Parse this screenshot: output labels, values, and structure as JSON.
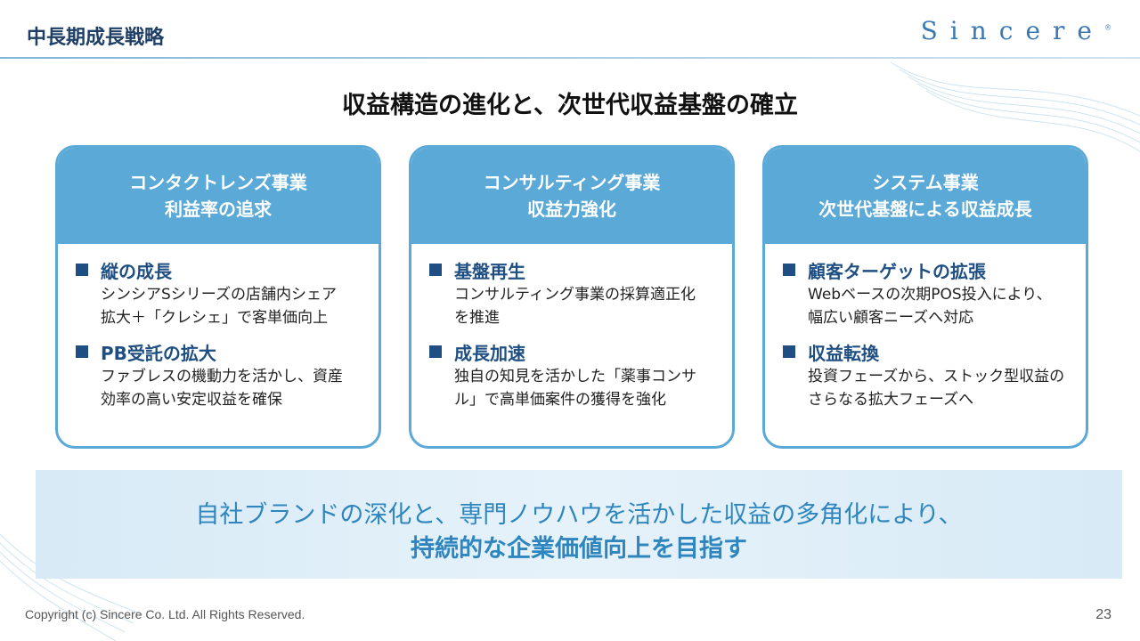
{
  "header": {
    "title": "中長期成長戦略",
    "logo": "Sincere",
    "logo_mark": "®"
  },
  "main_title": "収益構造の進化と、次世代収益基盤の確立",
  "cards": [
    {
      "head_line1": "コンタクトレンズ事業",
      "head_line2": "利益率の追求",
      "points": [
        {
          "title": "縦の成長",
          "desc1": "シンシアSシリーズの店舗内シェア",
          "desc2": "拡大＋「クレシェ」で客単価向上"
        },
        {
          "title": "PB受託の拡大",
          "desc1": "ファブレスの機動力を活かし、資産",
          "desc2": "効率の高い安定収益を確保"
        }
      ]
    },
    {
      "head_line1": "コンサルティング事業",
      "head_line2": "収益力強化",
      "points": [
        {
          "title": "基盤再生",
          "desc1": "コンサルティング事業の採算適正化",
          "desc2": "を推進"
        },
        {
          "title": "成長加速",
          "desc1": "独自の知見を活かした「薬事コンサ",
          "desc2": "ル」で高単価案件の獲得を強化"
        }
      ]
    },
    {
      "head_line1": "システム事業",
      "head_line2": "次世代基盤による収益成長",
      "points": [
        {
          "title": "顧客ターゲットの拡張",
          "desc1": "Webベースの次期POS投入により、",
          "desc2": "幅広い顧客ニーズへ対応"
        },
        {
          "title": "収益転換",
          "desc1": "投資フェーズから、ストック型収益の",
          "desc2": "さらなる拡大フェーズへ"
        }
      ]
    }
  ],
  "band": {
    "line1": "自社ブランドの深化と、専門ノウハウを活かした収益の多角化により、",
    "line2": "持続的な企業価値向上を目指す"
  },
  "footer": {
    "copyright": "Copyright (c) Sincere Co. Ltd. All Rights Reserved.",
    "page": "23"
  },
  "colors": {
    "accent": "#5ba9d6",
    "navy": "#1f4f82",
    "band_text": "#2f86be"
  }
}
